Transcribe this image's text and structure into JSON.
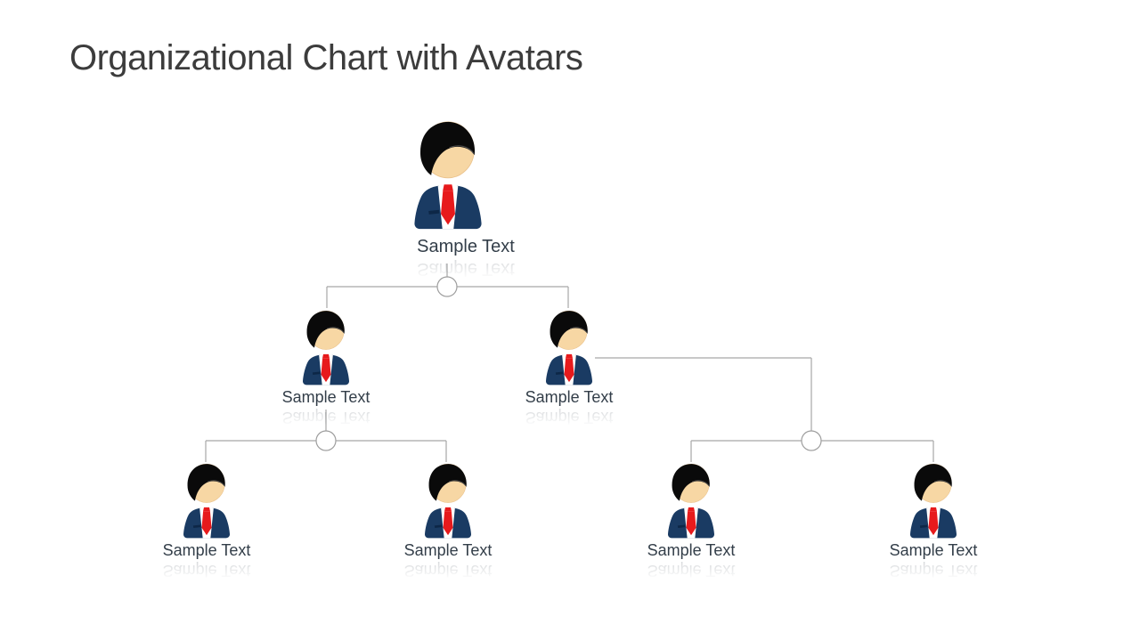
{
  "slide": {
    "title": "Organizational Chart with Avatars"
  },
  "org_chart": {
    "type": "tree",
    "levels": 3,
    "avatar_icon": "businessman-avatar-icon",
    "nodes": [
      {
        "id": "root",
        "level": 1,
        "label": "Sample Text",
        "parent": null
      },
      {
        "id": "l2-left",
        "level": 2,
        "label": "Sample Text",
        "parent": "root"
      },
      {
        "id": "l2-right",
        "level": 2,
        "label": "Sample Text",
        "parent": "root"
      },
      {
        "id": "l3-1",
        "level": 3,
        "label": "Sample Text",
        "parent": "l2-left"
      },
      {
        "id": "l3-2",
        "level": 3,
        "label": "Sample Text",
        "parent": "l2-left"
      },
      {
        "id": "l3-3",
        "level": 3,
        "label": "Sample Text",
        "parent": "l2-right"
      },
      {
        "id": "l3-4",
        "level": 3,
        "label": "Sample Text",
        "parent": "l2-right"
      }
    ]
  },
  "colors": {
    "background": "#ffffff",
    "title_text": "#3c3c3c",
    "label_text": "#333e49",
    "connector_line": "#a6a6a6",
    "junction_circle_fill": "#ffffff",
    "junction_circle_stroke": "#9e9e9e",
    "suit_navy": "#1a3b63",
    "suit_pocket": "#0d2747",
    "tie_red": "#e71a1c",
    "shirt_white": "#ffffff",
    "skin_tone": "#f7d7a4",
    "hair_black": "#0a0a0a"
  }
}
